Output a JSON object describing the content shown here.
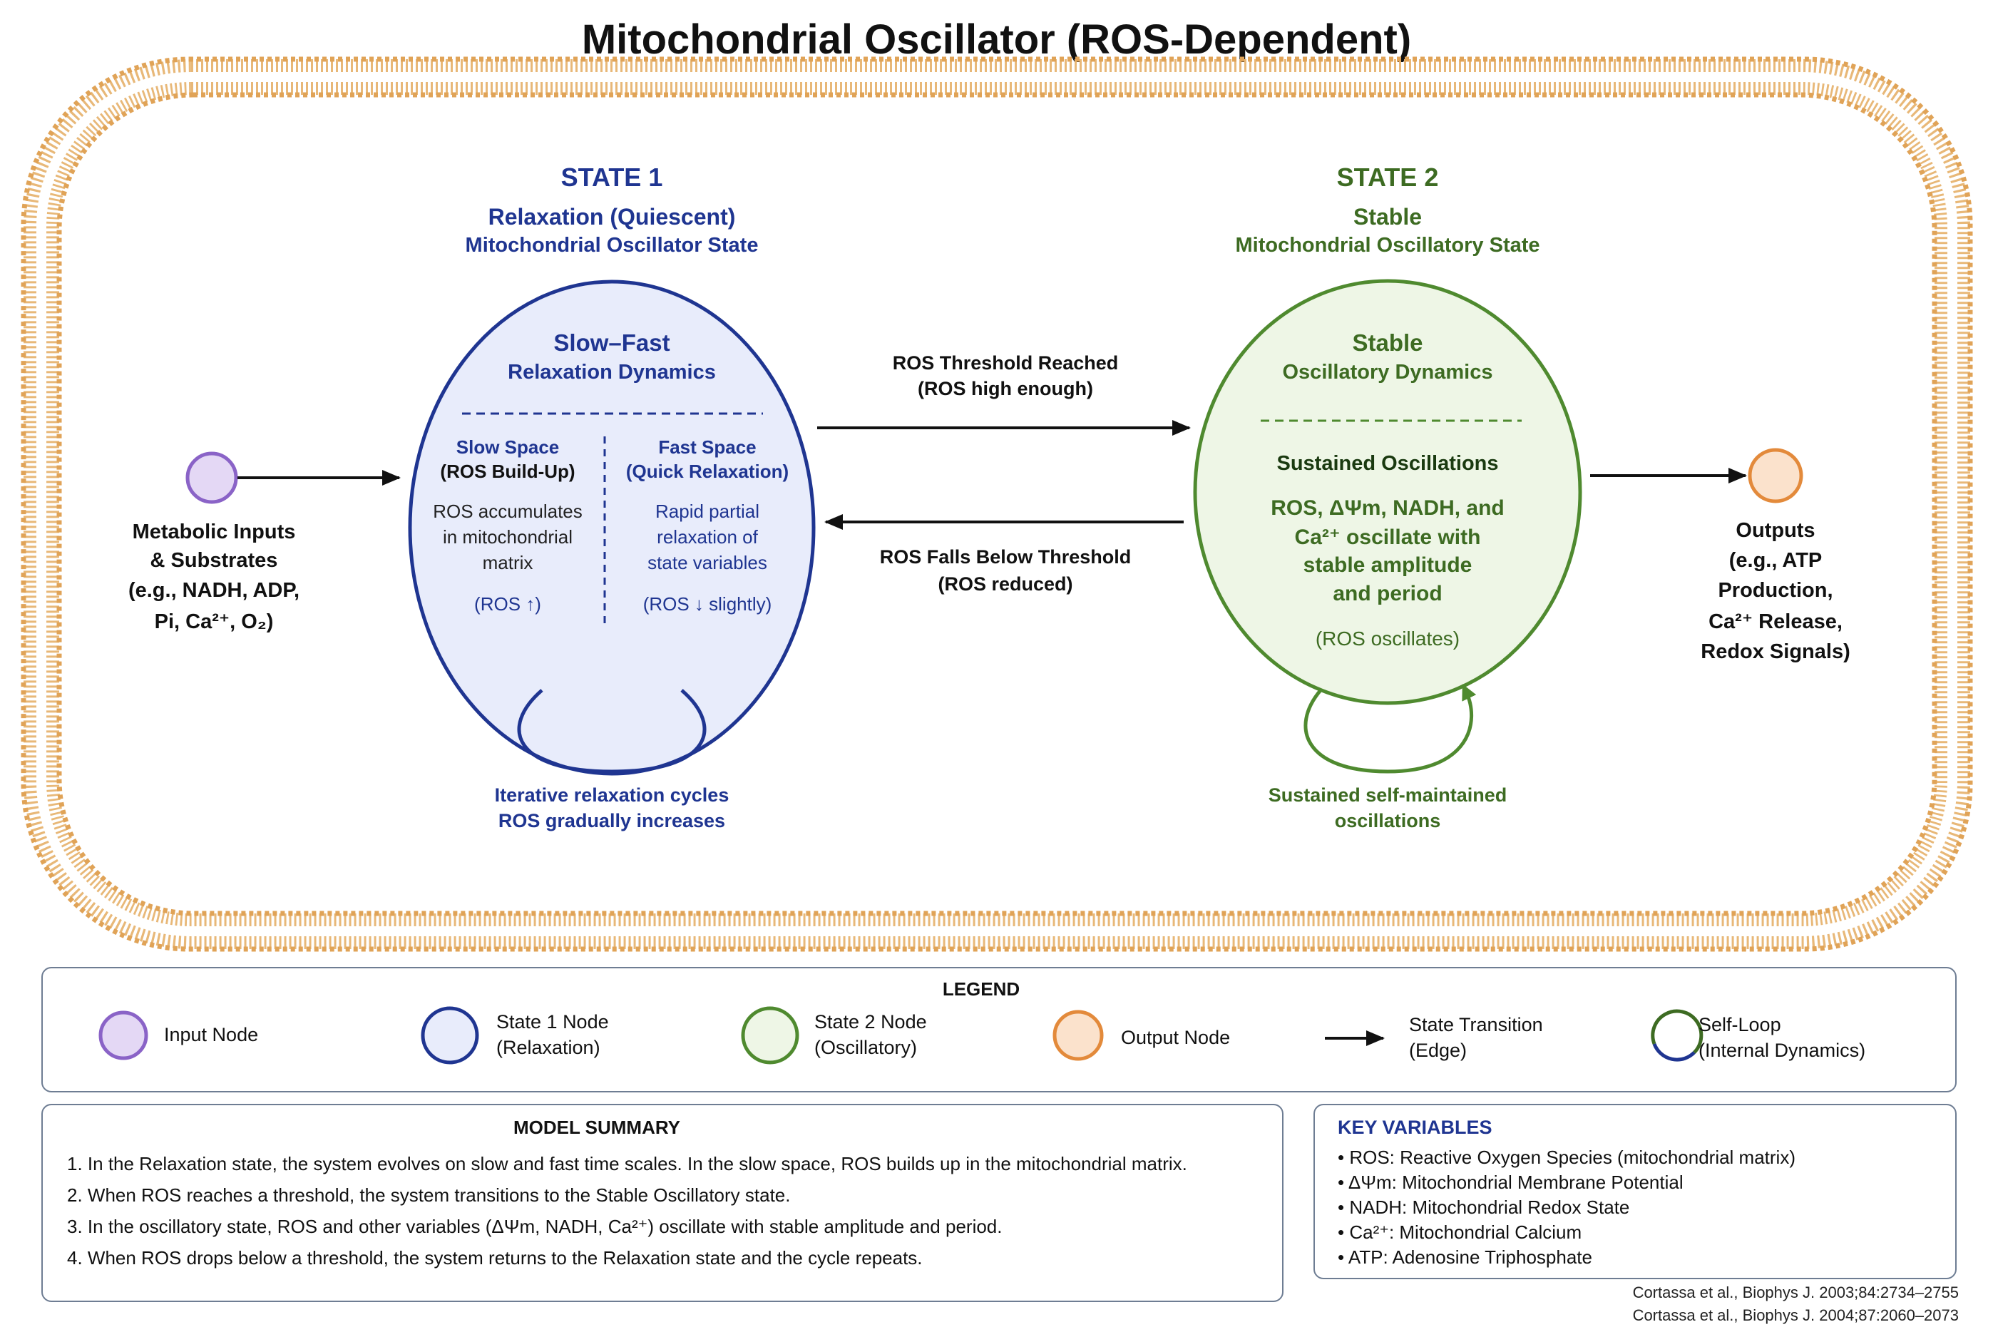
{
  "title": "Mitochondrial Oscillator (ROS-Dependent)",
  "state1": {
    "heading": "STATE 1",
    "name": "Relaxation (Quiescent)",
    "subname": "Mitochondrial Oscillator State",
    "node_title_1": "Slow–Fast",
    "node_title_2": "Relaxation Dynamics",
    "slow_head_1": "Slow Space",
    "slow_head_2": "(ROS Build-Up)",
    "slow_body_1": "ROS accumulates",
    "slow_body_2": "in mitochondrial",
    "slow_body_3": "matrix",
    "slow_tag": "(ROS ↑)",
    "fast_head_1": "Fast Space",
    "fast_head_2": "(Quick Relaxation)",
    "fast_body_1": "Rapid partial",
    "fast_body_2": "relaxation of",
    "fast_body_3": "state variables",
    "fast_tag": "(ROS ↓ slightly)",
    "loop_1": "Iterative relaxation cycles",
    "loop_2": "ROS gradually increases"
  },
  "state2": {
    "heading": "STATE 2",
    "name": "Stable",
    "subname": "Mitochondrial Oscillatory State",
    "node_title_1": "Stable",
    "node_title_2": "Oscillatory Dynamics",
    "sustained": "Sustained Oscillations",
    "body_1": "ROS, ΔΨm, NADH, and",
    "body_2": "Ca²⁺ oscillate with",
    "body_3": "stable amplitude",
    "body_4": "and period",
    "tag": "(ROS oscillates)",
    "loop_1": "Sustained self-maintained",
    "loop_2": "oscillations"
  },
  "transitions": {
    "forward_1": "ROS Threshold Reached",
    "forward_2": "(ROS high enough)",
    "back_1": "ROS Falls Below Threshold",
    "back_2": "(ROS reduced)"
  },
  "input": {
    "l1": "Metabolic Inputs",
    "l2": "& Substrates",
    "l3": "(e.g., NADH, ADP,",
    "l4": "Pi, Ca²⁺, O₂)"
  },
  "output": {
    "l1": "Outputs",
    "l2": "(e.g., ATP",
    "l3": "Production,",
    "l4": "Ca²⁺ Release,",
    "l5": "Redox Signals)"
  },
  "legend": {
    "title": "LEGEND",
    "input": "Input Node",
    "s1_1": "State 1 Node",
    "s1_2": "(Relaxation)",
    "s2_1": "State 2 Node",
    "s2_2": "(Oscillatory)",
    "output": "Output Node",
    "edge_1": "State Transition",
    "edge_2": "(Edge)",
    "loop_1": "Self-Loop",
    "loop_2": "(Internal Dynamics)"
  },
  "summary": {
    "title": "MODEL SUMMARY",
    "items": [
      "1. In the Relaxation state, the system evolves on slow and fast time scales. In the slow space, ROS builds up in the mitochondrial matrix.",
      "2. When ROS reaches a threshold, the system transitions to the Stable Oscillatory state.",
      "3. In the oscillatory state, ROS and other variables (ΔΨm, NADH, Ca²⁺) oscillate with stable amplitude and period.",
      "4. When ROS drops below a threshold, the system returns to the Relaxation state and the cycle repeats."
    ]
  },
  "key_variables": {
    "title": "KEY VARIABLES",
    "items": [
      "• ROS: Reactive Oxygen Species (mitochondrial matrix)",
      "• ΔΨm: Mitochondrial Membrane Potential",
      "• NADH: Mitochondrial Redox State",
      "• Ca²⁺: Mitochondrial Calcium",
      "• ATP: Adenosine Triphosphate"
    ]
  },
  "citations": [
    "Cortassa et al., Biophys J. 2003;84:2734–2755",
    "Cortassa et al., Biophys J. 2004;87:2060–2073"
  ],
  "colors": {
    "state1_stroke": "#1f3591",
    "state1_fill": "#e8ecfb",
    "state2_stroke": "#4f8a2f",
    "state2_fill": "#eef6e6",
    "input_stroke": "#8a63c7",
    "input_fill": "#e4d8f5",
    "output_stroke": "#e38a3b",
    "output_fill": "#fbe2cc",
    "membrane": "#e0a357"
  }
}
